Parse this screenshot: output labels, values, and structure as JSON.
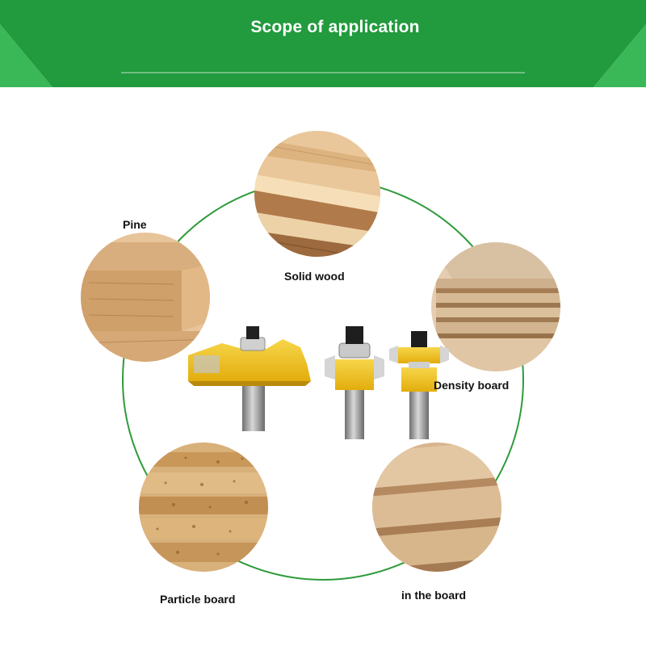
{
  "banner": {
    "title": "Scope of application",
    "color": "#1f9a3c",
    "accent": "#3cc05a"
  },
  "materials": {
    "pine": "Pine",
    "solid_wood": "Solid wood",
    "density_board": "Density board",
    "particle_board": "Particle board",
    "in_the_board": "in the board"
  },
  "colors": {
    "ring": "#2e9b3a",
    "bit_yellow": "#f2c21b",
    "shank": "#9a9a9a"
  }
}
